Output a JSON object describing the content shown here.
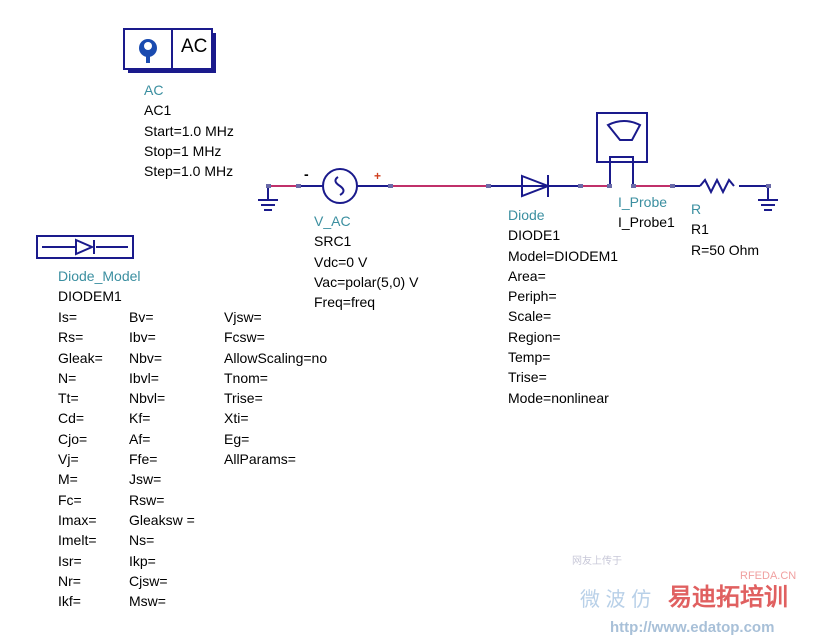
{
  "ac": {
    "icon_label": "AC",
    "type": "AC",
    "name": "AC1",
    "params": [
      "Start=1.0 MHz",
      "Stop=1 MHz",
      "Step=1.0 MHz"
    ]
  },
  "source": {
    "type": "V_AC",
    "name": "SRC1",
    "params": [
      "Vdc=0 V",
      "Vac=polar(5,0) V",
      "Freq=freq"
    ],
    "minus": "-",
    "plus": "+"
  },
  "diode": {
    "type": "Diode",
    "name": "DIODE1",
    "params": [
      "Model=DIODEM1",
      "Area=",
      "Periph=",
      "Scale=",
      "Region=",
      "Temp=",
      "Trise=",
      "Mode=nonlinear"
    ]
  },
  "probe": {
    "type": "I_Probe",
    "name": "I_Probe1"
  },
  "resistor": {
    "type": "R",
    "name": "R1",
    "params": [
      "R=50 Ohm"
    ]
  },
  "diode_model": {
    "type": "Diode_Model",
    "name": "DIODEM1",
    "col1": [
      "Is=",
      "Rs=",
      "Gleak=",
      "N=",
      "Tt=",
      "Cd=",
      "Cjo=",
      "Vj=",
      "M=",
      "Fc=",
      "Imax=",
      "Imelt=",
      "Isr=",
      "Nr=",
      "Ikf="
    ],
    "col2": [
      "Bv=",
      "Ibv=",
      "Nbv=",
      "Ibvl=",
      "Nbvl=",
      "Kf=",
      "Af=",
      "Ffe=",
      "Jsw=",
      "Rsw=",
      "Gleaksw =",
      "Ns=",
      "Ikp=",
      "Cjsw=",
      "Msw="
    ],
    "col3": [
      "Vjsw=",
      "Fcsw=",
      "AllowScaling=no",
      "Tnom=",
      "Trise=",
      "Xti=",
      "Eg=",
      "AllParams="
    ]
  },
  "watermark": {
    "brand": "RFEDA.CN",
    "cn1": "微 波 仿",
    "cn2": "易迪拓培训",
    "url": "http://www.edatop.com",
    "top": "网友上传于"
  },
  "colors": {
    "wire": "#1a1a8c",
    "net": "#c0306a",
    "label": "#3b8fa0"
  }
}
